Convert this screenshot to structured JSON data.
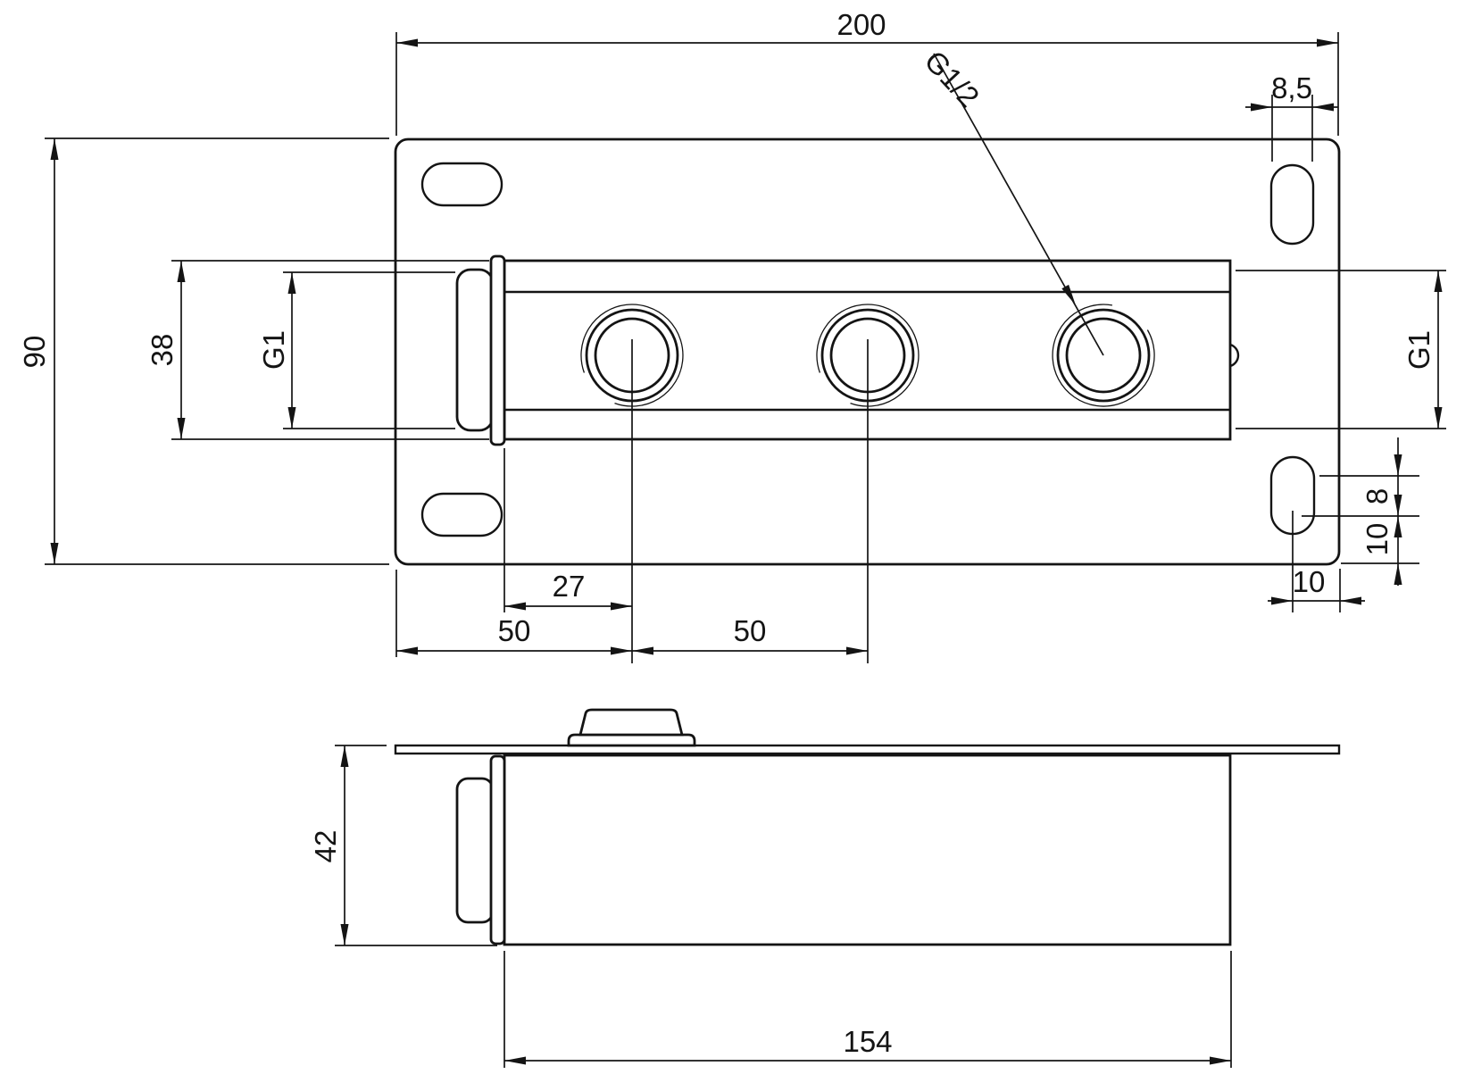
{
  "drawing": {
    "background": "#ffffff",
    "line_color": "#141414",
    "dims": {
      "overall_width": "200",
      "plate_height": "90",
      "body_height": "38",
      "thread_left": "G1",
      "thread_right": "G1",
      "thread_ports": "G1/2",
      "slot_width": "8,5",
      "slot_straight": "8",
      "slot_to_bottom": "10",
      "slot_to_right": "10",
      "port1_offset": "27",
      "port_pitch_a": "50",
      "port_pitch_b": "50",
      "overall_depth": "42",
      "body_length": "154"
    }
  }
}
